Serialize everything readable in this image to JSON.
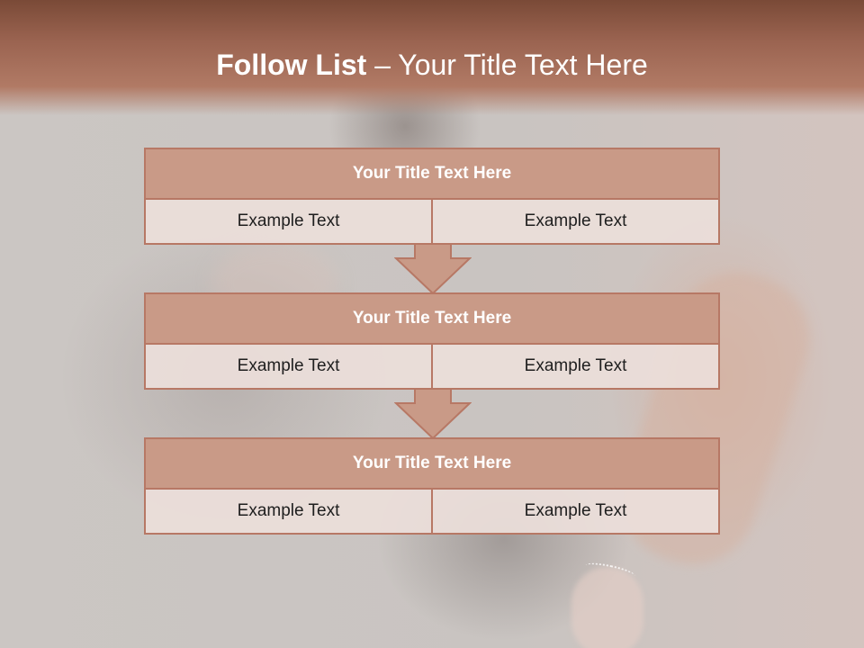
{
  "slide": {
    "title_bold": "Follow List",
    "title_rest": " – Your Title Text Here"
  },
  "steps": [
    {
      "title": "Your Title Text Here",
      "left": "Example Text",
      "right": "Example Text"
    },
    {
      "title": "Your Title Text Here",
      "left": "Example Text",
      "right": "Example Text"
    },
    {
      "title": "Your Title Text Here",
      "left": "Example Text",
      "right": "Example Text"
    }
  ],
  "colors": {
    "header": "#9a6350",
    "box_title_fill": "#c99a87",
    "box_border": "#b77865",
    "box_body_fill": "#ecdeda",
    "arrow_fill": "#c99a87"
  }
}
